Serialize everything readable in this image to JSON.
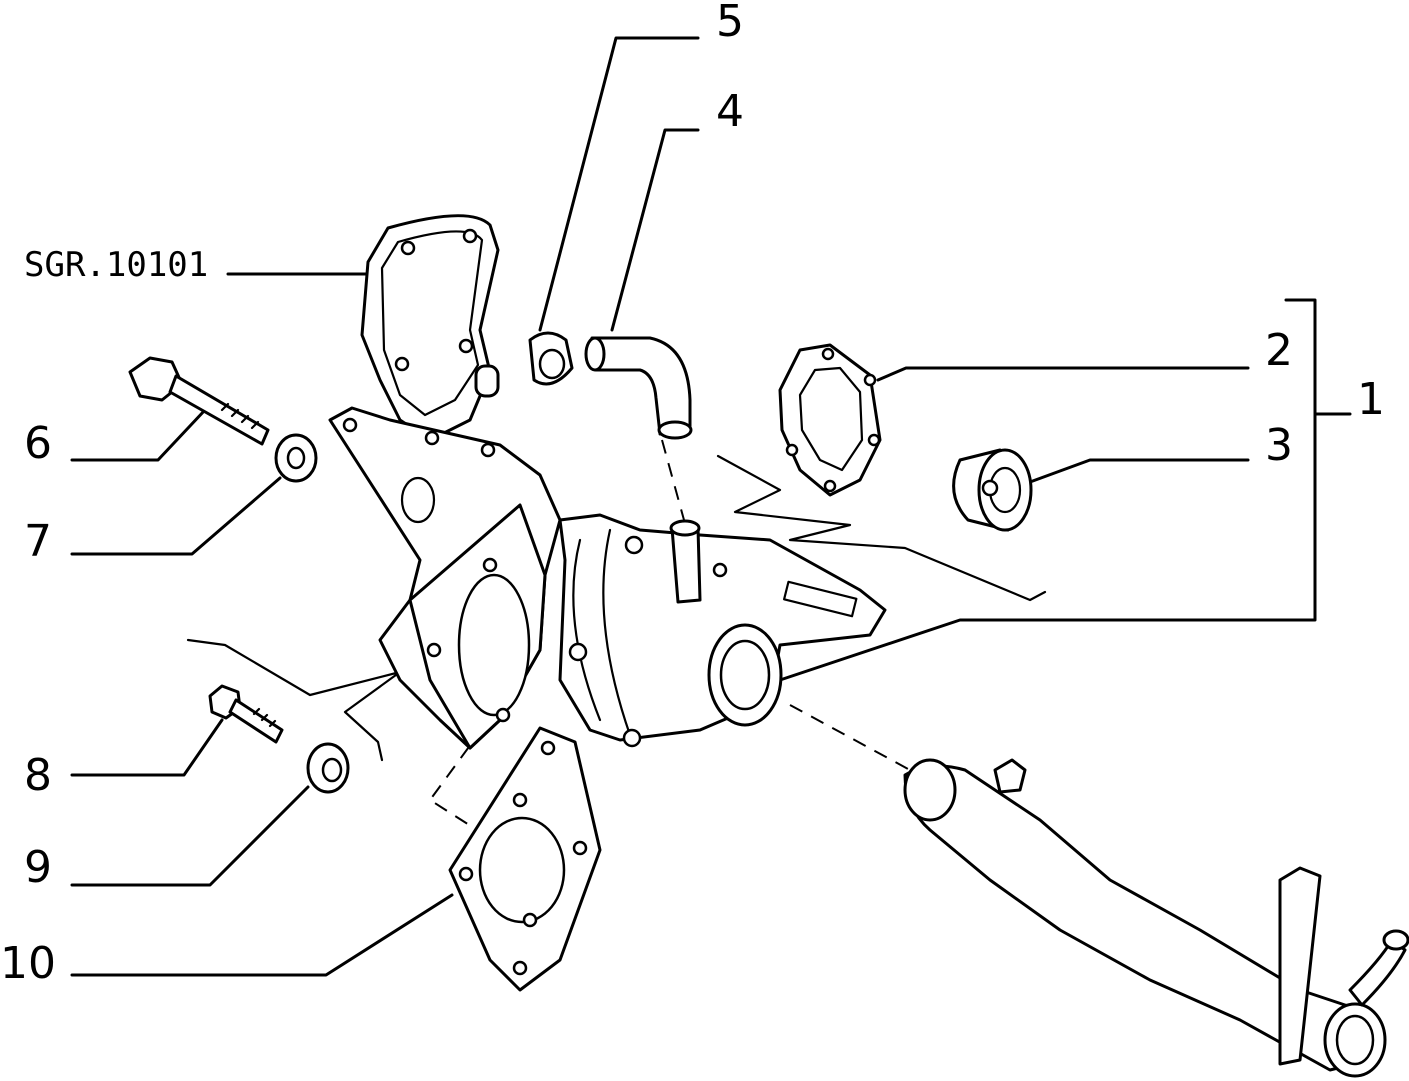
{
  "reference_label": "SGR.10101",
  "callouts": [
    {
      "id": "c1",
      "label": "1"
    },
    {
      "id": "c2",
      "label": "2"
    },
    {
      "id": "c3",
      "label": "3"
    },
    {
      "id": "c4",
      "label": "4"
    },
    {
      "id": "c5",
      "label": "5"
    },
    {
      "id": "c6",
      "label": "6"
    },
    {
      "id": "c7",
      "label": "7"
    },
    {
      "id": "c8",
      "label": "8"
    },
    {
      "id": "c9",
      "label": "9"
    },
    {
      "id": "c10",
      "label": "10"
    }
  ]
}
